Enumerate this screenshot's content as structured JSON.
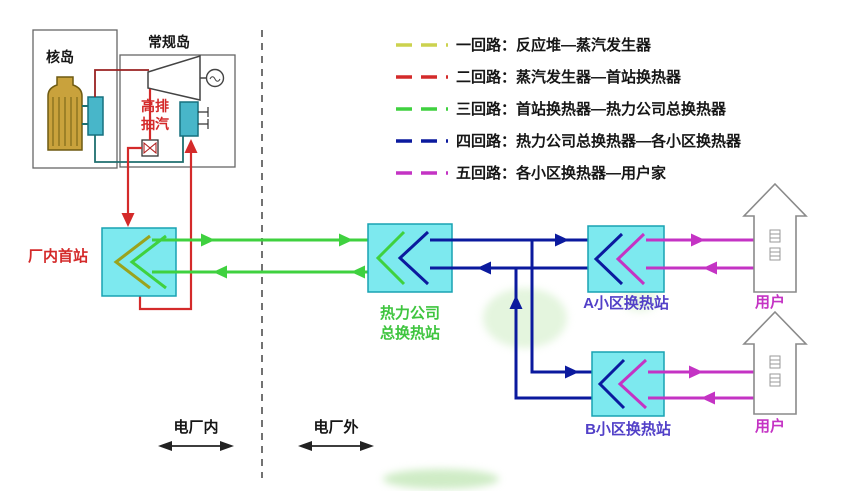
{
  "legend": {
    "items": [
      {
        "label": "一回路：反应堆—蒸汽发生器"
      },
      {
        "label": "二回路：蒸汽发生器—首站换热器"
      },
      {
        "label": "三回路：首站换热器—热力公司总换热器"
      },
      {
        "label": "四回路：热力公司总换热器—各小区换热器"
      },
      {
        "label": "五回路：各小区换热器—用户家"
      }
    ]
  },
  "labels": {
    "nuclear_island": "核岛",
    "conventional_island": "常规岛",
    "high_exhaust_line1": "高排",
    "high_exhaust_line2": "抽汽",
    "plant_first_station": "厂内首站",
    "main_station_line1": "热力公司",
    "main_station_line2": "总换热站",
    "station_a": "A小区换热站",
    "station_b": "B小区换热站",
    "user_a": "用户",
    "user_b": "用户",
    "zone_inside": "电厂内",
    "zone_outside": "电厂外"
  },
  "colors": {
    "loop1": "#ccd24e",
    "loop2": "#d42a2a",
    "loop3": "#3fd13f",
    "loop4": "#0b1a9e",
    "loop5": "#c433c4",
    "hx-fill": "#7de9ef",
    "hx-stroke": "#18a2b2",
    "label-green": "#3fc53f",
    "station-label": "#5240c8",
    "vessel-fill": "#c9a23c",
    "vessel-stroke": "#6e5a12",
    "sg-fill": "#48b6c9",
    "sg-stroke": "#16707f"
  }
}
